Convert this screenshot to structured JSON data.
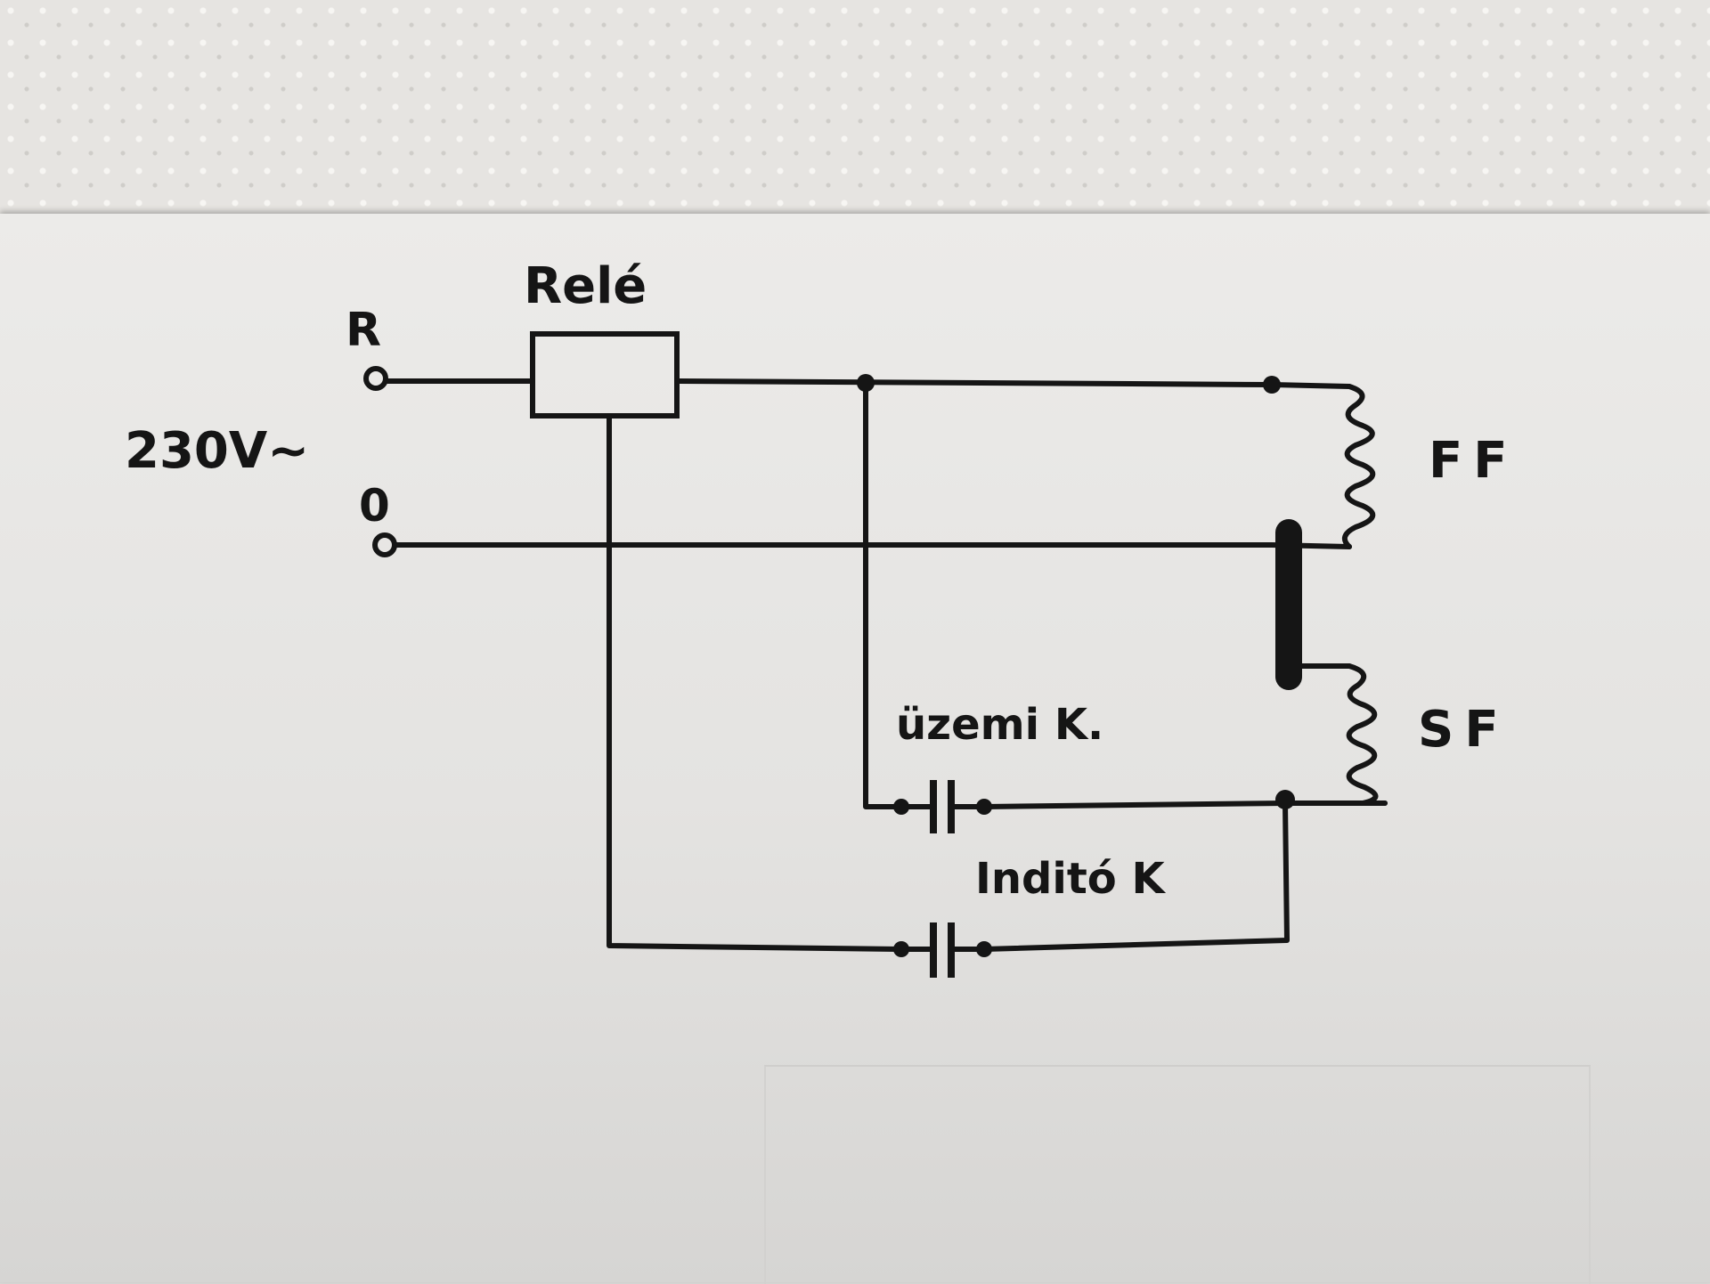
{
  "diagram": {
    "labels": {
      "relay": "Relé",
      "terminal_r": "R",
      "terminal_zero": "0",
      "voltage": "230V~",
      "main_winding": "FF",
      "aux_winding": "SF",
      "run_capacitor": "üzemi K.",
      "start_capacitor": "Inditó K"
    },
    "colors": {
      "ink": "#151515",
      "paper": "#ebeae8",
      "towel": "#e6e4e1"
    }
  }
}
